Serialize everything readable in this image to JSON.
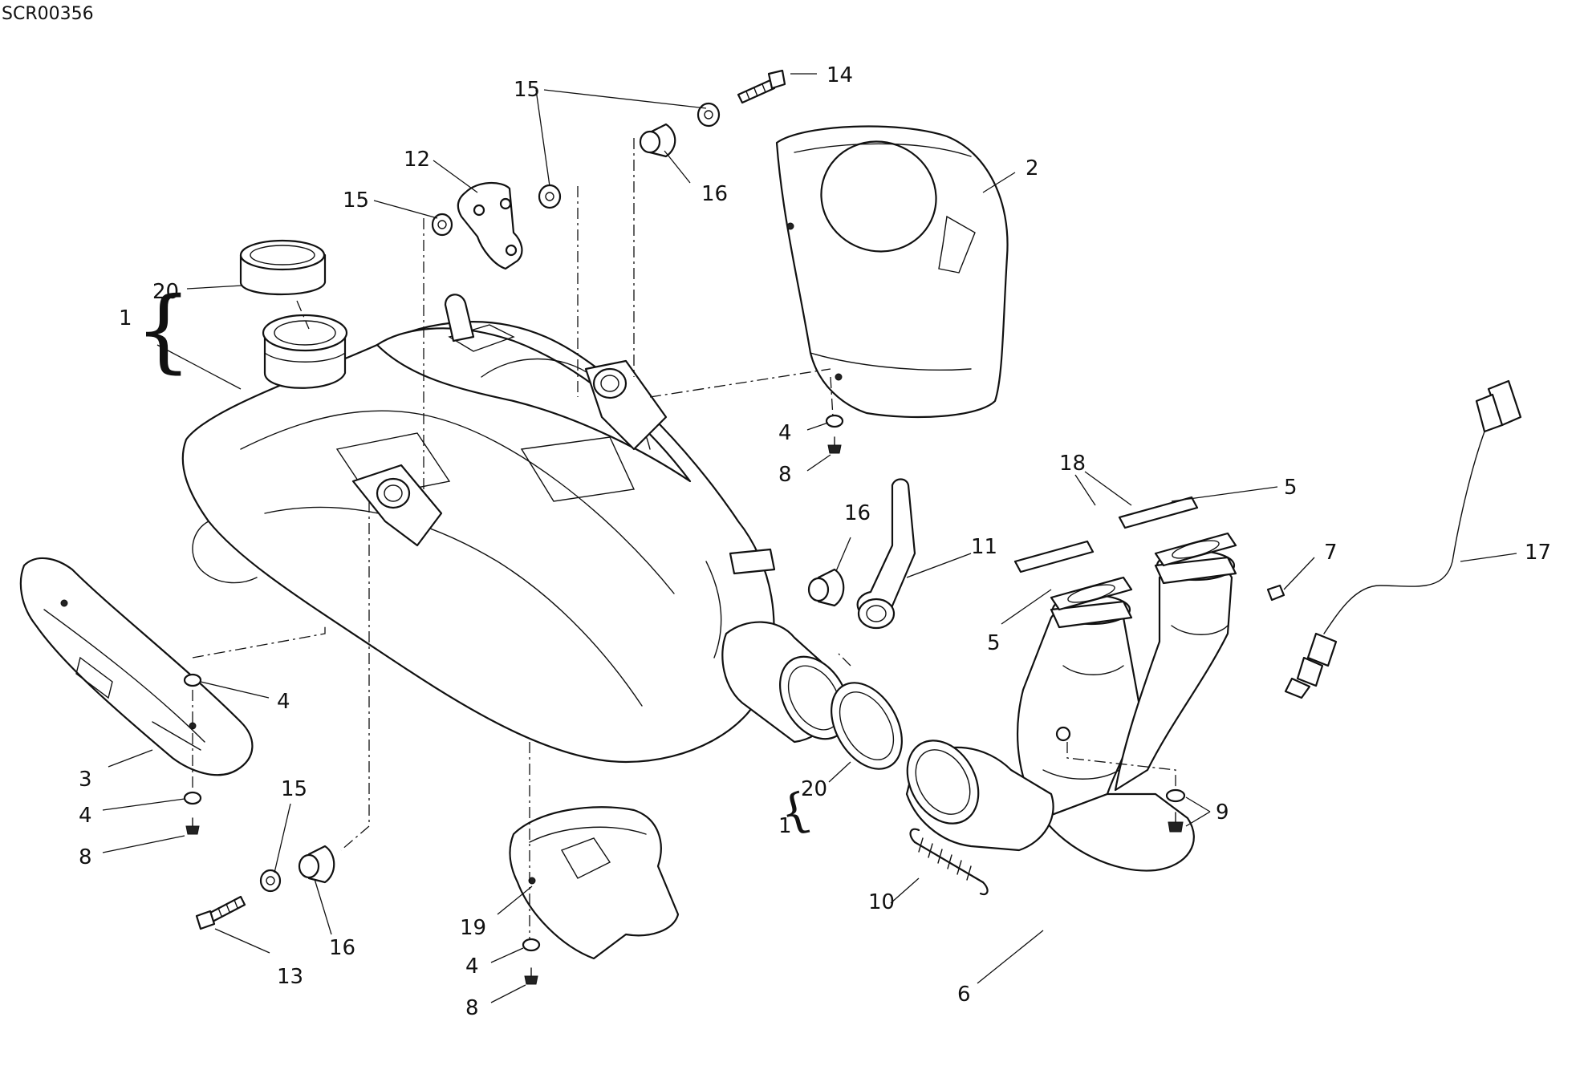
{
  "drawing": {
    "code": "SCR00356"
  },
  "callouts": {
    "c1a": "1",
    "c1b": "1",
    "c2": "2",
    "c3": "3",
    "c4a": "4",
    "c4b": "4",
    "c4c": "4",
    "c4d": "4",
    "c5a": "5",
    "c5b": "5",
    "c6": "6",
    "c7": "7",
    "c8a": "8",
    "c8b": "8",
    "c8c": "8",
    "c9": "9",
    "c10": "10",
    "c11": "11",
    "c12": "12",
    "c13": "13",
    "c14": "14",
    "c15a": "15",
    "c15b": "15",
    "c15c": "15",
    "c16a": "16",
    "c16b": "16",
    "c16c": "16",
    "c17": "17",
    "c18": "18",
    "c19": "19",
    "c20a": "20",
    "c20b": "20"
  }
}
